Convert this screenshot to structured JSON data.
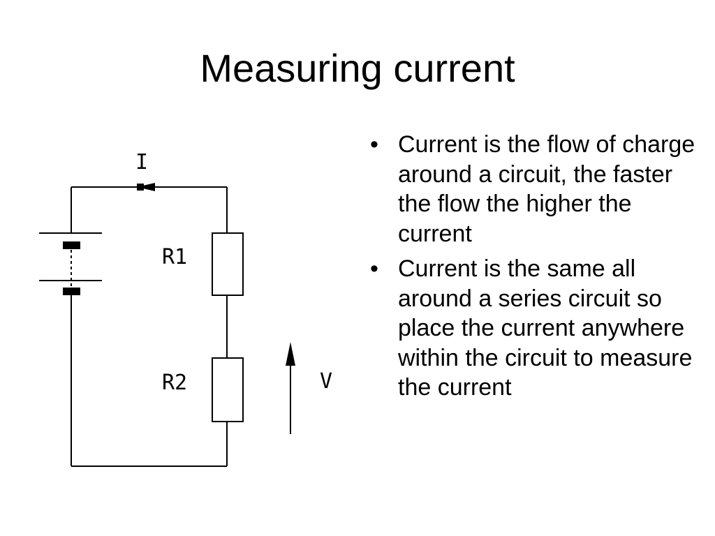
{
  "slide": {
    "title": "Measuring current"
  },
  "diagram": {
    "current_label": "I",
    "resistor_1_label": "R1",
    "resistor_2_label": "R2",
    "voltage_label": "V"
  },
  "bullets": [
    {
      "marker": "•",
      "text": "Current is the flow of charge around a circuit, the faster the flow the higher the current"
    },
    {
      "marker": "•",
      "text": "Current is the same all around a series circuit so place the current anywhere within the circuit to measure the current"
    }
  ]
}
